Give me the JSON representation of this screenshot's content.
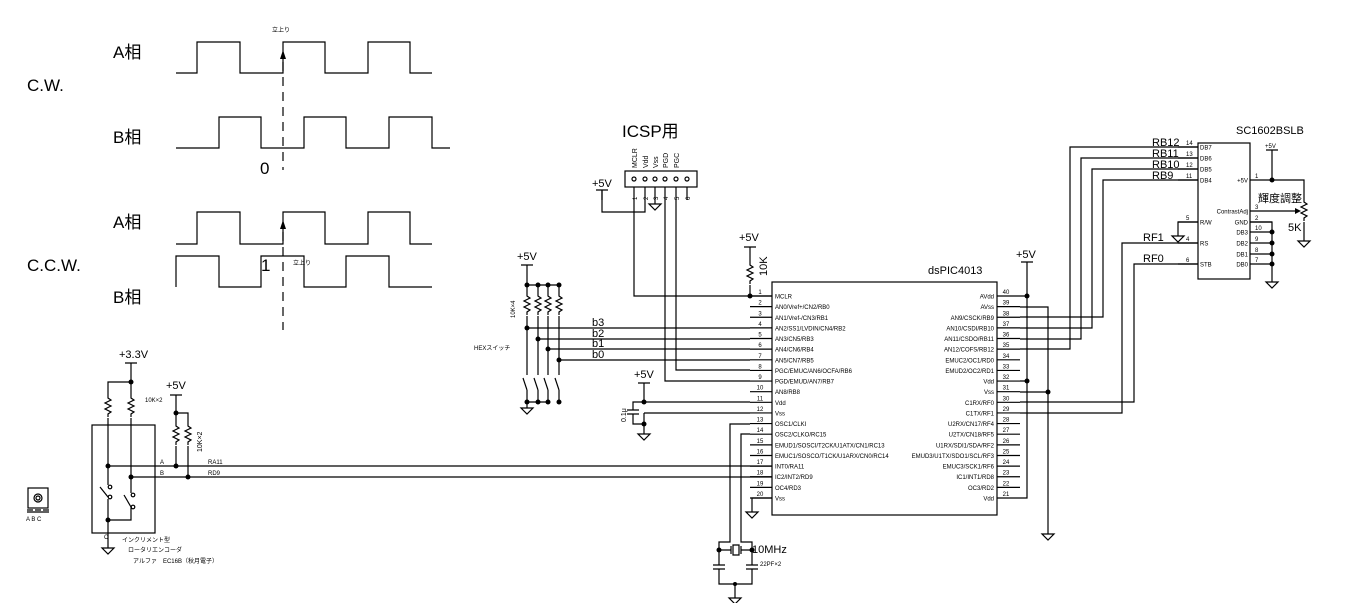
{
  "timing": {
    "cw_label": "C.W.",
    "ccw_label": "C.C.W.",
    "phase_a": "A相",
    "phase_b": "B相",
    "rising": "立上り",
    "cw_value": "0",
    "ccw_value": "1"
  },
  "icsp": {
    "title": "ICSP用",
    "pins": [
      "MCLR",
      "Vdd",
      "Vss",
      "PGD",
      "PGC"
    ],
    "pin_numbers": [
      "1",
      "2",
      "3",
      "4",
      "5",
      "6"
    ]
  },
  "power": {
    "p5": "+5V",
    "p33": "+3.3V"
  },
  "mcu": {
    "name": "dsPIC4013",
    "left_pins": [
      "MCLR",
      "AN0/Vref+/CN2/RB0",
      "AN1/Vref-/CN3/RB1",
      "AN2/SS1/LVDIN/CN4/RB2",
      "AN3/CN5/RB3",
      "AN4/CN6/RB4",
      "AN5/CN7/RB5",
      "PGC/EMUC/AN6/OCFA/RB6",
      "PGD/EMUD/AN7/RB7",
      "AN8/RB8",
      "Vdd",
      "Vss",
      "OSC1/CLKI",
      "OSC2/CLKO/RC15",
      "EMUD1/SOSCI/T2CK/U1ATX/CN1/RC13",
      "EMUC1/SOSCO/T1CK/U1ARX/CN0/RC14",
      "INT0/RA11",
      "IC2/INT2/RD9",
      "OC4/RD3",
      "Vss"
    ],
    "right_pins": [
      "AVdd",
      "AVss",
      "AN9/CSCK/RB9",
      "AN10/CSDI/RB10",
      "AN11/CSDO/RB11",
      "AN12/COFS/RB12",
      "EMUC2/OC1/RD0",
      "EMUD2/OC2/RD1",
      "Vdd",
      "Vss",
      "C1RX/RF0",
      "C1TX/RF1",
      "U2RX/CN17/RF4",
      "U2TX/CN18/RF5",
      "U1RX/SDI1/SDA/RF2",
      "EMUD3/U1TX/SDO1/SCL/RF3",
      "EMUC3/SCK1/RF6",
      "IC1/INT1/RD8",
      "OC3/RD2",
      "Vdd"
    ]
  },
  "hex": {
    "label": "HEXスイッチ",
    "res": "10K×4",
    "bits": [
      "b3",
      "b2",
      "b1",
      "b0"
    ]
  },
  "mclr_res": "10K",
  "cap": "0.1μ",
  "xtal": {
    "freq": "10MHz",
    "caps": "22PF×2"
  },
  "lcd": {
    "name": "SC1602BSLB",
    "left_pins": [
      [
        "DB7",
        "14"
      ],
      [
        "DB6",
        "13"
      ],
      [
        "DB5",
        "12"
      ],
      [
        "DB4",
        "11"
      ],
      [
        "R/W",
        "5"
      ],
      [
        "RS",
        "4"
      ],
      [
        "STB",
        "6"
      ]
    ],
    "right_pins": [
      [
        "+5V",
        "1"
      ],
      [
        "ContrastAdj",
        "3"
      ],
      [
        "GND",
        "2"
      ],
      [
        "DB3",
        "10"
      ],
      [
        "DB2",
        "9"
      ],
      [
        "DB1",
        "8"
      ],
      [
        "DB0",
        "7"
      ]
    ],
    "nets": [
      "RB12",
      "RB11",
      "RB10",
      "RB9",
      "RF1",
      "RF0"
    ],
    "contrast": "輝度調整",
    "pot": "5K"
  },
  "encoder": {
    "res1": "10K×2",
    "res2": "10K×2",
    "a": "A",
    "b": "B",
    "c": "C",
    "net_a": "RA11",
    "net_b": "RD9",
    "line1": "インクリメント型",
    "line2": "ロータリエンコーダ",
    "line3": "アルファ　EC16B（秋月電子）",
    "icon_pins": "A B C"
  }
}
